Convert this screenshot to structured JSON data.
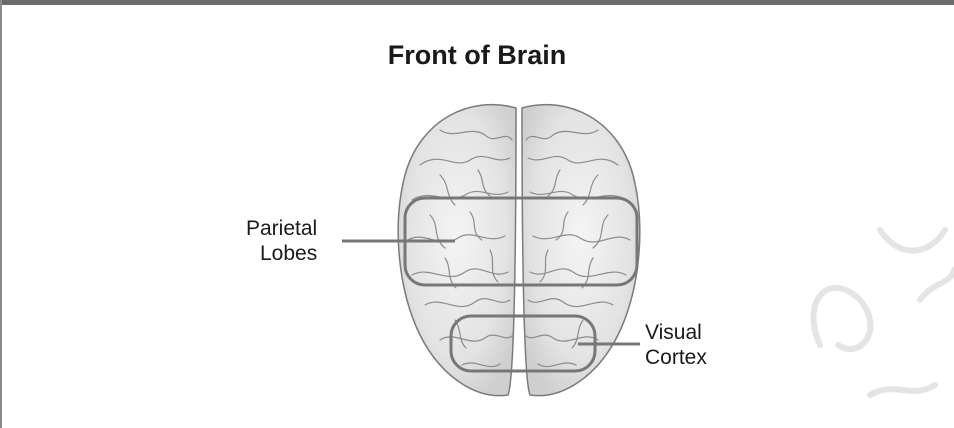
{
  "title": "Front of Brain",
  "labels": {
    "parietal": [
      "Parietal",
      "Lobes"
    ],
    "visual": [
      "Visual",
      "Cortex"
    ]
  },
  "colors": {
    "brain_fill": "#e6e6e6",
    "outline": "#7a7a7a",
    "gyri": "#8c8c8c",
    "callout": "#777777"
  }
}
